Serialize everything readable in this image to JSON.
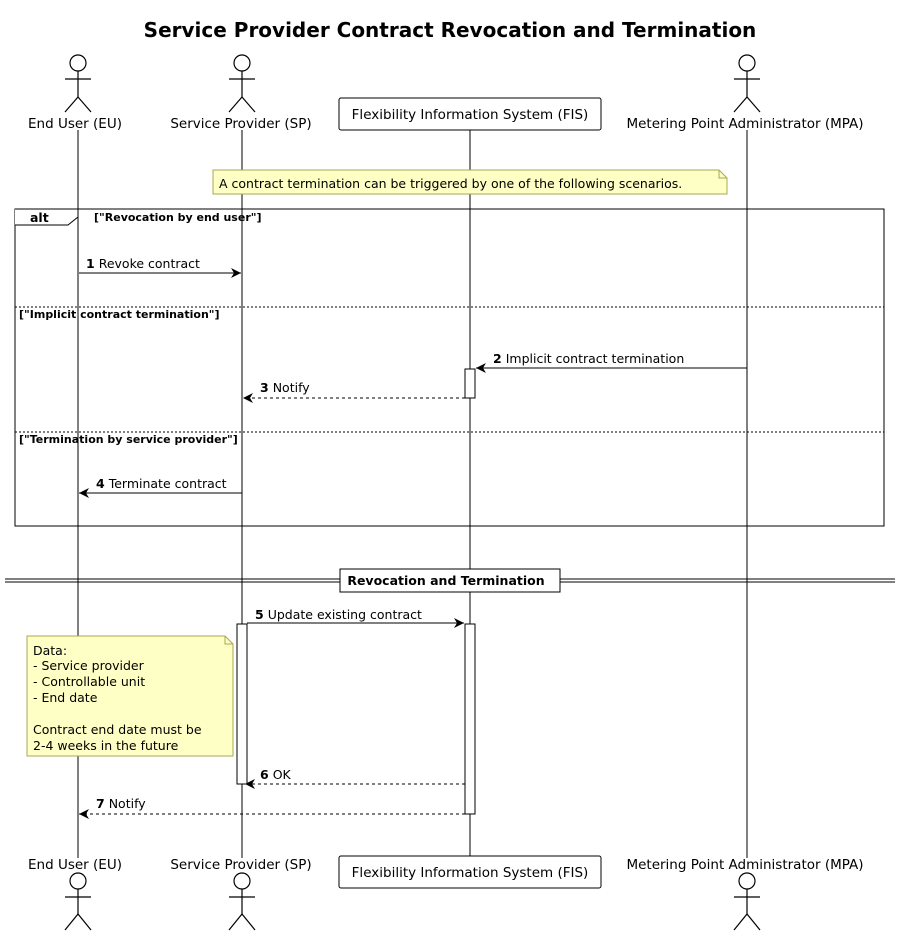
{
  "title": "Service Provider Contract Revocation and Termination",
  "participants": [
    {
      "id": "eu",
      "label": "End User (EU)",
      "kind": "actor"
    },
    {
      "id": "sp",
      "label": "Service Provider (SP)",
      "kind": "actor"
    },
    {
      "id": "fis",
      "label": "Flexibility Information System (FIS)",
      "kind": "participant"
    },
    {
      "id": "mpa",
      "label": "Metering Point Administrator (MPA)",
      "kind": "actor"
    }
  ],
  "notes": {
    "scenarios": "A contract termination can be triggered by one of the following scenarios.",
    "data_lines": [
      "Data:",
      "- Service provider",
      "- Controllable unit",
      "- End date",
      "",
      "Contract end date must be",
      "2-4 weeks in the future"
    ]
  },
  "alt": {
    "keyword": "alt",
    "guards": [
      "[\"Revocation by end user\"]",
      "[\"Implicit contract termination\"]",
      "[\"Termination by service provider\"]"
    ]
  },
  "divider": "Revocation and Termination",
  "messages": [
    {
      "num": "1",
      "text": "Revoke contract",
      "from": "eu",
      "to": "sp",
      "style": "solid"
    },
    {
      "num": "2",
      "text": "Implicit contract termination",
      "from": "mpa",
      "to": "fis",
      "style": "solid"
    },
    {
      "num": "3",
      "text": "Notify",
      "from": "fis",
      "to": "sp",
      "style": "dashed"
    },
    {
      "num": "4",
      "text": "Terminate contract",
      "from": "sp",
      "to": "eu",
      "style": "solid"
    },
    {
      "num": "5",
      "text": "Update existing contract",
      "from": "sp",
      "to": "fis",
      "style": "solid"
    },
    {
      "num": "6",
      "text": "OK",
      "from": "fis",
      "to": "sp",
      "style": "dashed"
    },
    {
      "num": "7",
      "text": "Notify",
      "from": "fis",
      "to": "eu",
      "style": "dashed"
    }
  ],
  "colors": {
    "note_fill": "#FEFFC4",
    "note_stroke": "#A8A852",
    "line": "#000000",
    "activation_fill": "#FFFFFF"
  }
}
